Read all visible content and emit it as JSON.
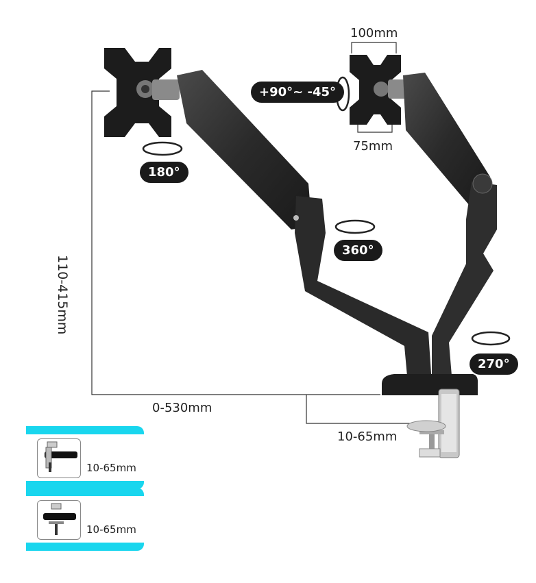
{
  "dimensions": {
    "height_range": "110-415mm",
    "reach_range": "0-530mm",
    "clamp_range": "10-65mm",
    "vesa_wide": "100mm",
    "vesa_narrow": "75mm"
  },
  "rotations": {
    "tilt": "+90°~ -45°",
    "swivel": "180°",
    "arm": "360°",
    "base": "270°"
  },
  "mount_options": [
    {
      "label": "10-65mm"
    },
    {
      "label": "10-65mm"
    }
  ],
  "colors": {
    "accent": "#19d6ee",
    "arm": "#2b2b2b",
    "badge": "#1a1a1a"
  }
}
